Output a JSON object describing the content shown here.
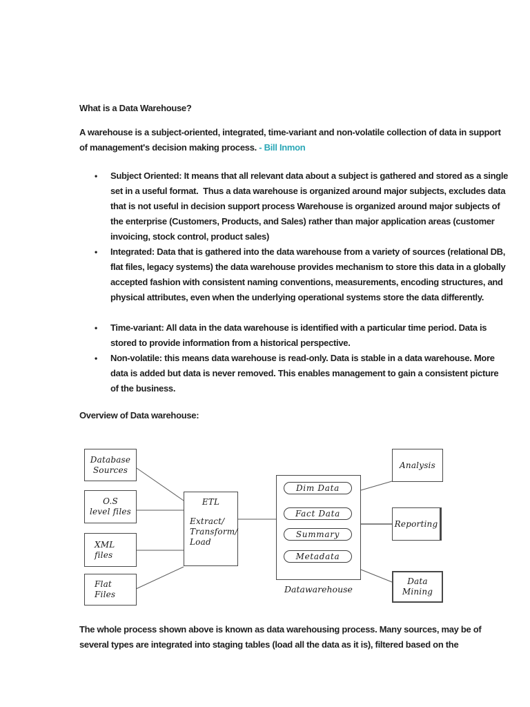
{
  "document": {
    "title": "What is a Data Warehouse?",
    "intro_text": "A warehouse is a subject-oriented, integrated, time-variant and non-volatile collection of data in support of management's decision making process.",
    "intro_attribution": "- Bill Inmon",
    "attribution_color": "#2aa7b6",
    "bullets": [
      {
        "lead": "Subject Oriented:",
        "text": "It means that all relevant data about a subject is gathered and stored as a single set in a useful format.  Thus a data warehouse is organized around major subjects, excludes data that is not useful in decision support process Warehouse is organized around major subjects of the enterprise (Customers, Products, and Sales) rather than major application areas (customer invoicing, stock control, product sales)"
      },
      {
        "lead": "Integrated:",
        "text": "Data that is gathered into the data warehouse from a variety of sources (relational DB, flat files, legacy systems) the data warehouse provides mechanism to store this data in a globally accepted fashion with consistent naming conventions, measurements, encoding structures, and physical attributes, even when the underlying operational systems store the data differently."
      },
      {
        "lead": "Time-variant:",
        "text": "All data in the data warehouse is identified with a particular time period. Data is stored to provide information from a historical perspective."
      },
      {
        "lead": "Non-volatile:",
        "text": "this means data warehouse is read-only. Data is stable in a data warehouse. More data is added but data is never removed. This enables management to gain a consistent picture of the business."
      }
    ],
    "overview_heading": "Overview of Data warehouse:",
    "closing_text": "The whole process shown above is known as data warehousing process. Many sources, may be of several types are integrated into staging tables (load all the data as it is), filtered based on the"
  },
  "diagram": {
    "source_boxes": [
      {
        "label": "Database\nSources"
      },
      {
        "label": "O.S\nlevel files"
      },
      {
        "label": "XML\nfiles"
      },
      {
        "label": "Flat\nFiles"
      }
    ],
    "etl": {
      "title": "ETL",
      "detail": "Extract/\nTransform/\nLoad"
    },
    "warehouse": {
      "label": "Datawarehouse",
      "stores": [
        "Dim Data",
        "Fact Data",
        "Summary",
        "Metadata"
      ]
    },
    "outputs": [
      {
        "label": "Analysis"
      },
      {
        "label": "Reporting"
      },
      {
        "label": "Data\nMining"
      }
    ],
    "connections": [
      "Database Sources -> ETL",
      "O.S level files -> ETL",
      "XML files -> ETL",
      "Flat Files -> ETL",
      "ETL -> Datawarehouse",
      "Datawarehouse -> Analysis",
      "Datawarehouse -> Reporting",
      "Datawarehouse -> Data Mining"
    ]
  }
}
